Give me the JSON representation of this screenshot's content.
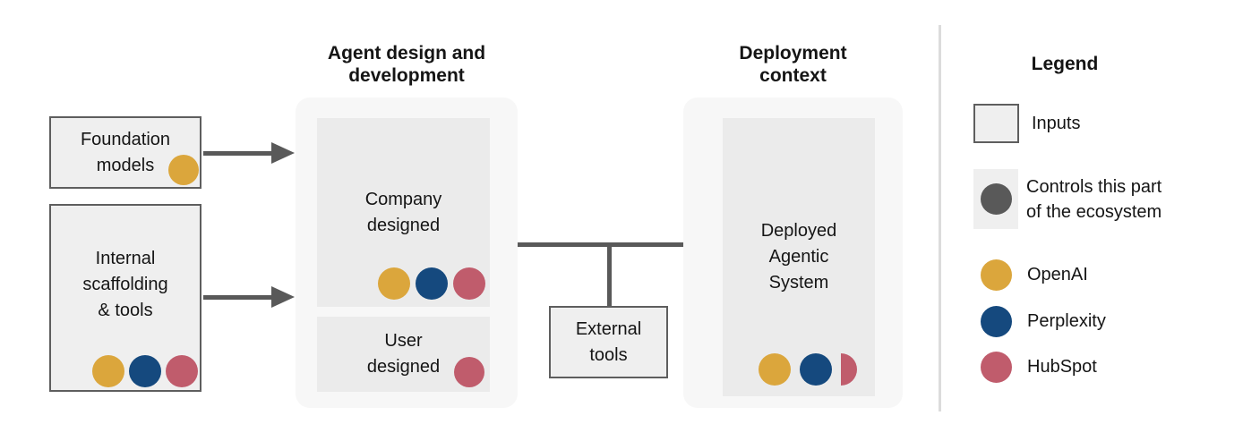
{
  "colors": {
    "openai": "#dba63c",
    "perplexity": "#15497e",
    "hubspot": "#c05c6c",
    "control": "#595959"
  },
  "sections": {
    "agent_design": {
      "title_line1": "Agent design and",
      "title_line2": "development"
    },
    "deployment": {
      "title_line1": "Deployment",
      "title_line2": "context"
    }
  },
  "nodes": {
    "foundation_models": {
      "line1": "Foundation",
      "line2": "models"
    },
    "internal_scaffolding": {
      "line1": "Internal",
      "line2": "scaffolding",
      "line3": "& tools"
    },
    "company_designed": {
      "line1": "Company",
      "line2": "designed"
    },
    "user_designed": {
      "line1": "User",
      "line2": "designed"
    },
    "external_tools": {
      "line1": "External",
      "line2": "tools"
    },
    "deployed_system": {
      "line1": "Deployed",
      "line2": "Agentic",
      "line3": "System"
    }
  },
  "legend": {
    "title": "Legend",
    "inputs_label": "Inputs",
    "controls_label_line1": "Controls this part",
    "controls_label_line2": "of the ecosystem",
    "companies": [
      {
        "name": "OpenAI"
      },
      {
        "name": "Perplexity"
      },
      {
        "name": "HubSpot"
      }
    ]
  }
}
